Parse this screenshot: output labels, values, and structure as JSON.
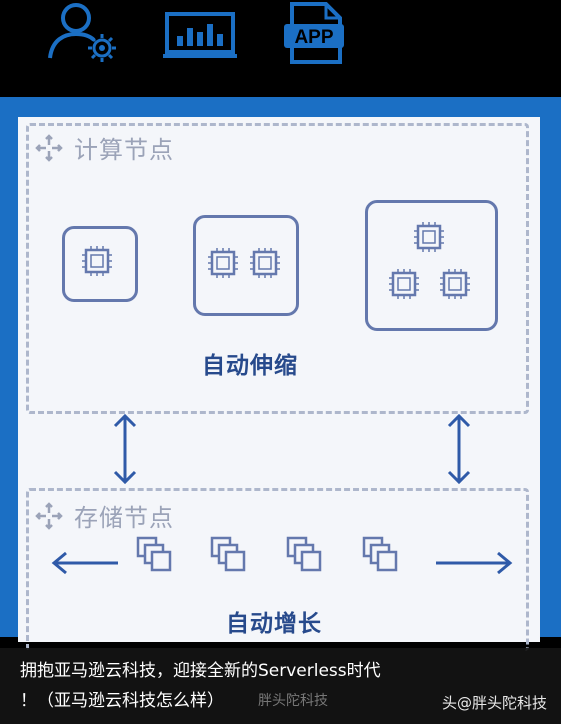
{
  "compute_node": {
    "title": "计算节点",
    "label": "自动伸缩"
  },
  "storage_node": {
    "title": "存储节点",
    "label": "自动增长"
  },
  "top_icons": {
    "app_label": "APP"
  },
  "caption": {
    "line1": "拥抱亚马逊云科技，迎接全新的Serverless时代",
    "line2": "！（亚马逊云科技怎么样）",
    "faded": "胖头陀科技"
  },
  "watermark": {
    "text": "头@胖头陀科技"
  },
  "colors": {
    "accent_blue": "#1b6fc4",
    "chip_blue": "#6478ad",
    "arrow_blue": "#2f5aa8",
    "dashed_gray": "#aeb7cc"
  }
}
